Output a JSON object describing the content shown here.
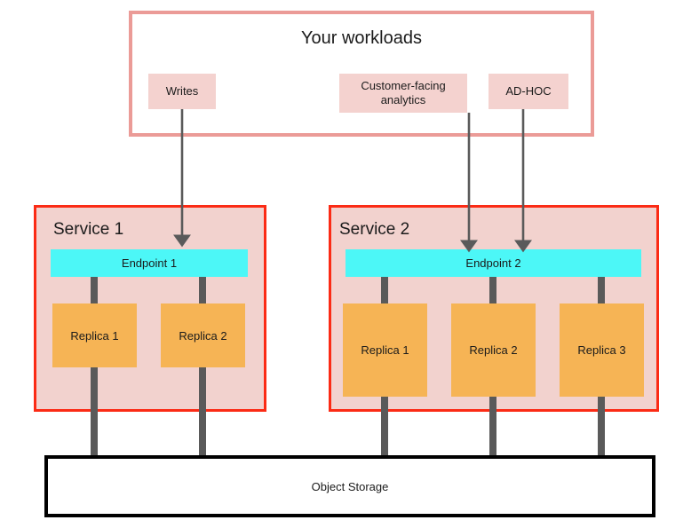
{
  "diagram": {
    "title": "Your workloads",
    "workloads": [
      {
        "id": "writes",
        "label": "Writes"
      },
      {
        "id": "analytics",
        "label": "Customer-facing analytics"
      },
      {
        "id": "adhoc",
        "label": "AD-HOC"
      }
    ],
    "services": [
      {
        "id": "service-1",
        "label": "Service 1",
        "endpoint": "Endpoint 1",
        "replicas": [
          "Replica 1",
          "Replica 2"
        ]
      },
      {
        "id": "service-2",
        "label": "Service 2",
        "endpoint": "Endpoint 2",
        "replicas": [
          "Replica 1",
          "Replica 2",
          "Replica 3"
        ]
      }
    ],
    "storage": {
      "label": "Object Storage"
    },
    "colors": {
      "workload_border": "#eb9b97",
      "workload_chip": "#f4d2cf",
      "service_border": "#fb2b15",
      "service_fill": "#f2d2ce",
      "endpoint": "#4cf7f7",
      "replica": "#f6b455",
      "connector": "#5a5a5a",
      "storage_border": "#000000",
      "text": "#1b1b1b"
    }
  }
}
